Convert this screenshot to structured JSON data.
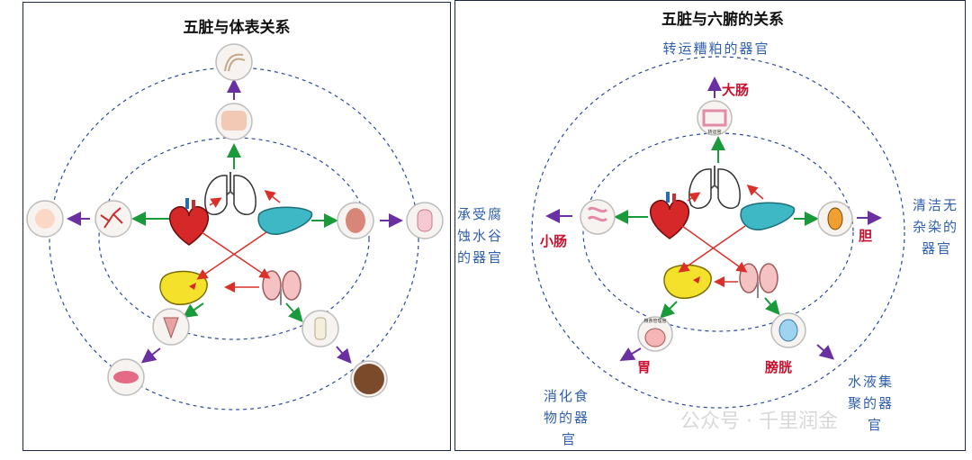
{
  "left_panel": {
    "title": "五脏与体表关系"
  },
  "right_panel": {
    "title": "五脏与六腑的关系",
    "organs": {
      "large_intestine": "大肠",
      "small_intestine": "小肠",
      "gallbladder": "胆",
      "stomach": "胃",
      "bladder": "膀胱"
    },
    "functions": {
      "large_intestine_line1": "转运糟粕的器官",
      "small_intestine_line1": "承受腐",
      "small_intestine_line2": "蚀水谷",
      "small_intestine_line3": "的器官",
      "gallbladder_line1": "清洁无",
      "gallbladder_line2": "杂染的",
      "gallbladder_line3": "器官",
      "stomach_line1": "消化食",
      "stomach_line2": "物的器",
      "stomach_line3": "官",
      "bladder_line1": "水液集",
      "bladder_line2": "聚的器",
      "bladder_line3": "官"
    },
    "badges": {
      "large_intestine_badge": "转运官",
      "stomach_badge": "粮食管理官"
    }
  },
  "watermark": "公众号 · 千里润金",
  "colors": {
    "arrow_green": "#1a9a3a",
    "arrow_red": "#d9302a",
    "arrow_purple": "#6a2fa0",
    "ring_blue": "#2b4a9a",
    "label_red": "#c8102e",
    "label_blue": "#2f5fae"
  }
}
